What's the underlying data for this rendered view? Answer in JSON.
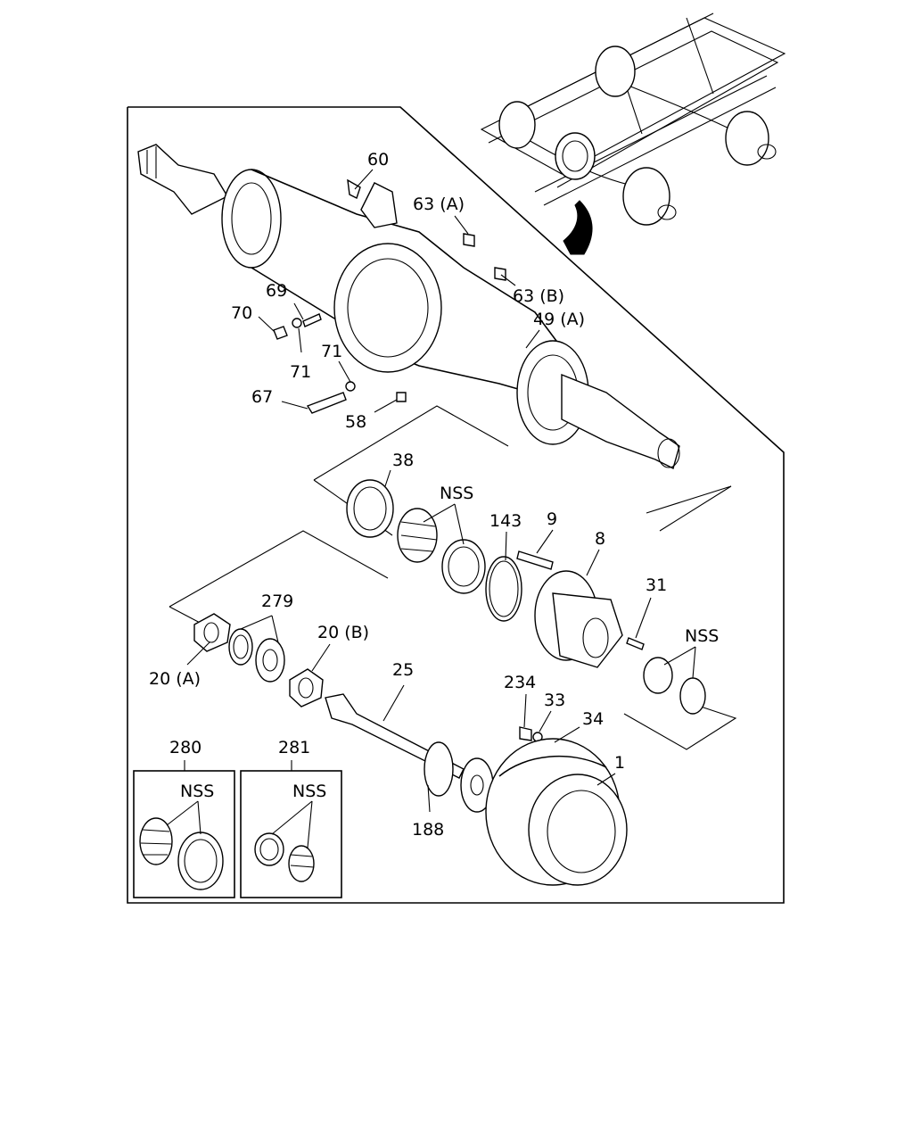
{
  "callouts": {
    "p60": "60",
    "p63a": "63 (A)",
    "p63b": "63 (B)",
    "p69": "69",
    "p70": "70",
    "p71a": "71",
    "p71b": "71",
    "p67": "67",
    "p58": "58",
    "p49a": "49 (A)",
    "p38": "38",
    "nss1": "NSS",
    "p143": "143",
    "p9": "9",
    "p8": "8",
    "p31": "31",
    "nss2": "NSS",
    "p279": "279",
    "p20b": "20 (B)",
    "p20a": "20 (A)",
    "p25": "25",
    "p234": "234",
    "p33": "33",
    "p34": "34",
    "p1": "1",
    "p188": "188",
    "p280": "280",
    "nss3": "NSS",
    "p281": "281",
    "nss4": "NSS"
  }
}
